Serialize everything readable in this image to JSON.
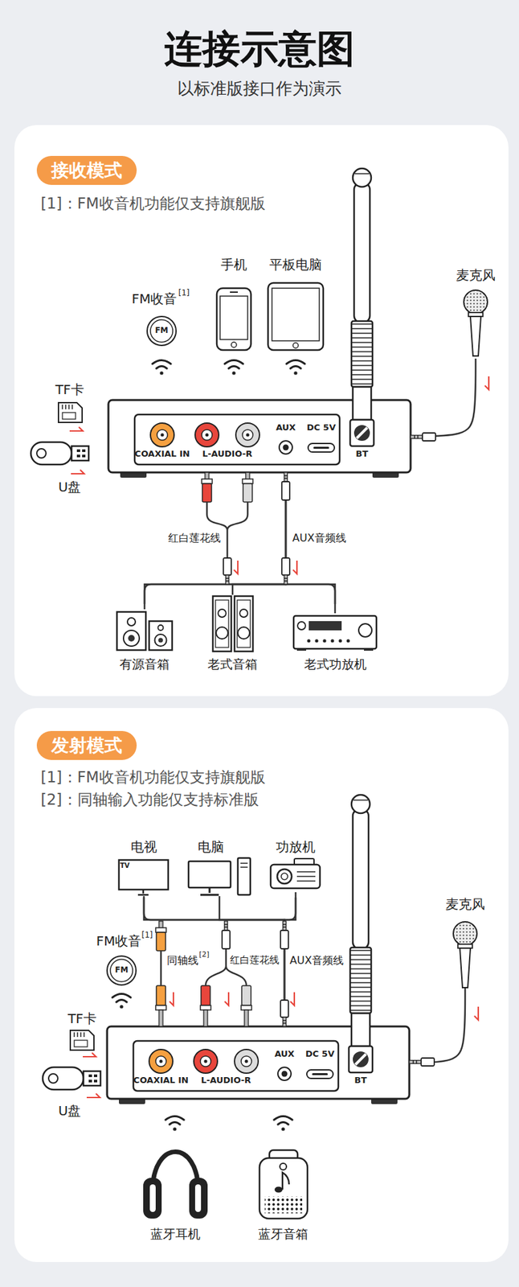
{
  "diagram": {
    "title": "连接示意图",
    "nodes": [
      {
        "text": [
          "接收模式"
        ]
      },
      {
        "text": [
          "FM收音",
          "[1]",
          "FM"
        ]
      },
      {
        "text": [
          "手机"
        ]
      },
      {
        "text": [
          "平板电脑"
        ]
      },
      {
        "text": [
          "麦克风"
        ]
      },
      {
        "text": [
          "TF卡"
        ]
      },
      {
        "text": [
          "U盘"
        ]
      },
      {
        "text": [
          "COAXIAL IN",
          "L-AUDIO-R",
          "AUX",
          "DC 5V",
          "BT"
        ]
      },
      {
        "text": [
          "有源音箱"
        ]
      },
      {
        "text": [
          "老式音箱"
        ]
      },
      {
        "text": [
          "老式功放机"
        ]
      },
      {
        "text": [
          "发射模式"
        ]
      },
      {
        "text": [
          "电视",
          "TV"
        ]
      },
      {
        "text": [
          "电脑"
        ]
      },
      {
        "text": [
          "功放机"
        ]
      },
      {
        "text": [
          "FM收音",
          "[1]",
          "FM"
        ]
      },
      {
        "text": [
          "麦克风"
        ]
      },
      {
        "text": [
          "TF卡"
        ]
      },
      {
        "text": [
          "U盘"
        ]
      },
      {
        "text": [
          "COAXIAL IN",
          "L-AUDIO-R",
          "AUX",
          "DC 5V",
          "BT"
        ]
      },
      {
        "text": [
          "蓝牙耳机"
        ]
      },
      {
        "text": [
          "蓝牙音箱"
        ]
      }
    ],
    "edges": [
      {
        "from": 4,
        "to": 7,
        "arrow": "none"
      },
      {
        "from": 7,
        "to": 8,
        "arrow": "none"
      },
      {
        "from": 7,
        "to": 9,
        "arrow": "none"
      },
      {
        "from": 7,
        "to": 10,
        "arrow": "none"
      },
      {
        "from": 12,
        "to": 19,
        "arrow": "none"
      },
      {
        "from": 13,
        "to": 19,
        "arrow": "none"
      },
      {
        "from": 14,
        "to": 19,
        "arrow": "none"
      },
      {
        "from": 16,
        "to": 19,
        "arrow": "none"
      }
    ],
    "labels": [
      "以标准版接口作为演示",
      "[1]：FM收音机功能仅支持旗舰版",
      "红白莲花线",
      "AUX音频线",
      "[1]：FM收音机功能仅支持旗舰版",
      "[2]：同轴输入功能仅支持标准版",
      "同轴线",
      "[2]",
      "红白莲花线",
      "AUX音频线"
    ]
  }
}
